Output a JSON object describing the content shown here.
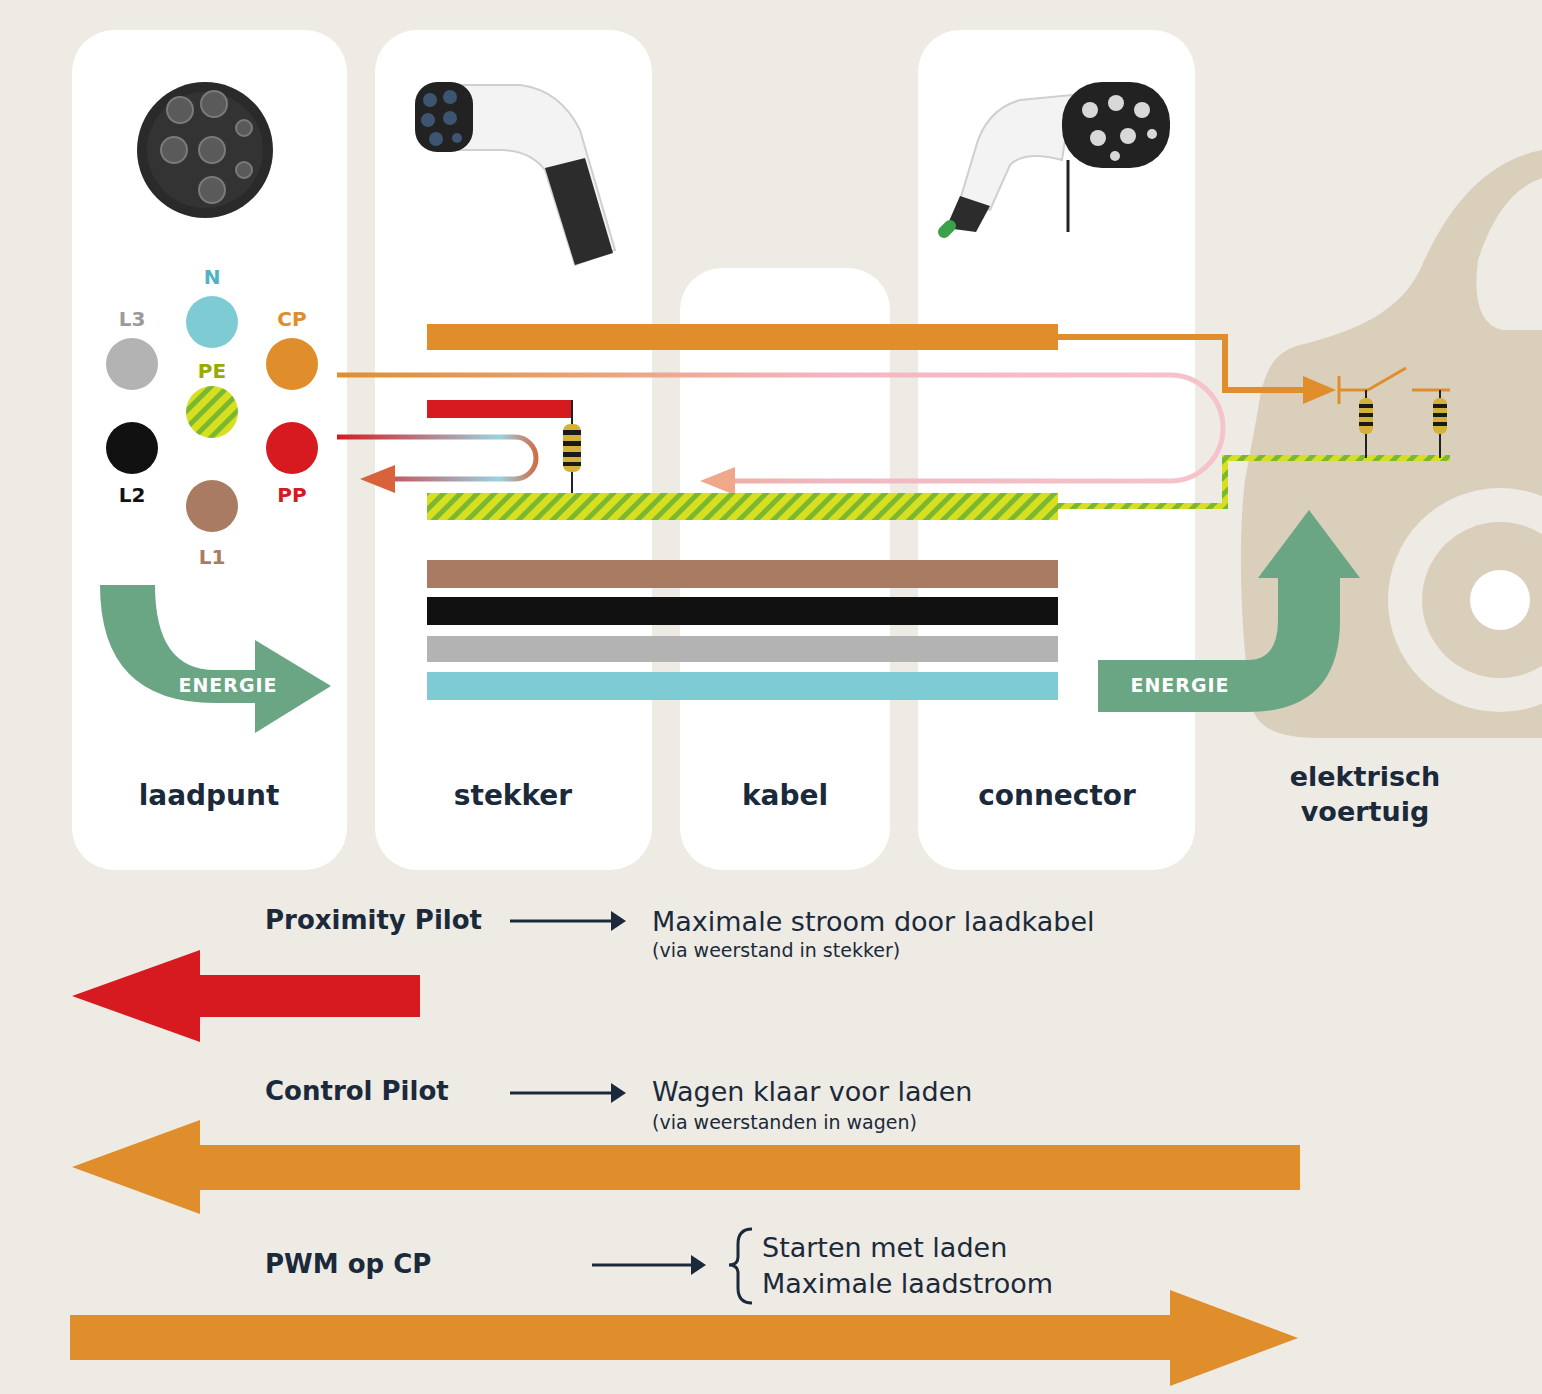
{
  "diagram": {
    "nodes": [
      {
        "text": [
          "laadpunt"
        ]
      },
      {
        "text": [
          "ENERGIE"
        ],
        "in": 0
      },
      {
        "text": [
          "stekker"
        ]
      },
      {
        "text": [
          "kabel"
        ]
      },
      {
        "text": [
          "connector"
        ]
      },
      {
        "text": [
          "ENERGIE"
        ]
      }
    ],
    "labels": [
      "N",
      "L3",
      "CP",
      "PE",
      "L2",
      "PP",
      "L1",
      "elektrisch voertuig",
      "Proximity Pilot",
      "Maximale stroom door laadkabel",
      "(via weerstand in stekker)",
      "Control Pilot",
      "Wagen klaar voor laden",
      "(via weerstanden in wagen)",
      "PWM op CP",
      "Starten met laden",
      "Maximale laadstroom"
    ]
  }
}
